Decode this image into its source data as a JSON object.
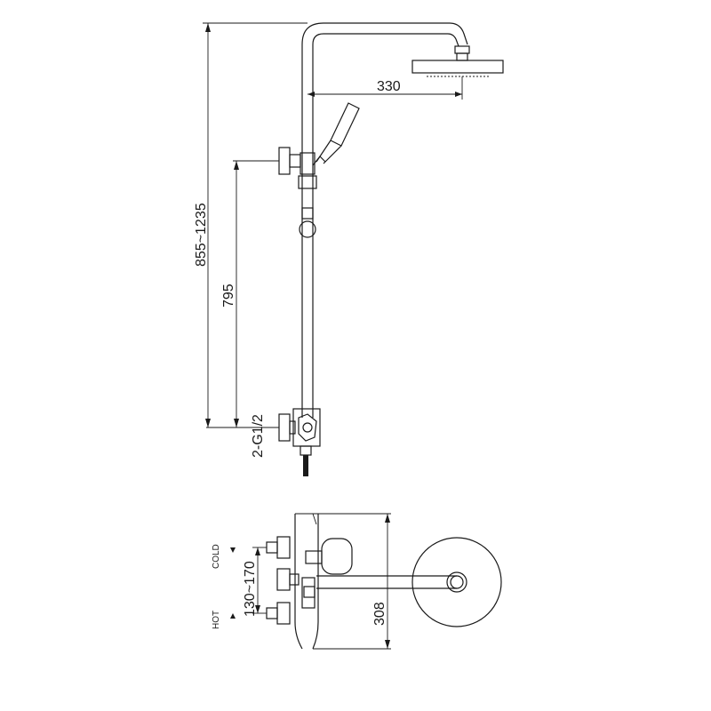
{
  "dimensions": {
    "arm_reach": "330",
    "height_range": "855~1235",
    "outlet_height": "795",
    "connection": "2-G1/2",
    "inlet_spacing": "130~170",
    "depth": "308"
  },
  "labels": {
    "cold": "COLD",
    "hot": "HOT"
  },
  "colors": {
    "line": "#1a1a1a",
    "background": "#ffffff"
  }
}
